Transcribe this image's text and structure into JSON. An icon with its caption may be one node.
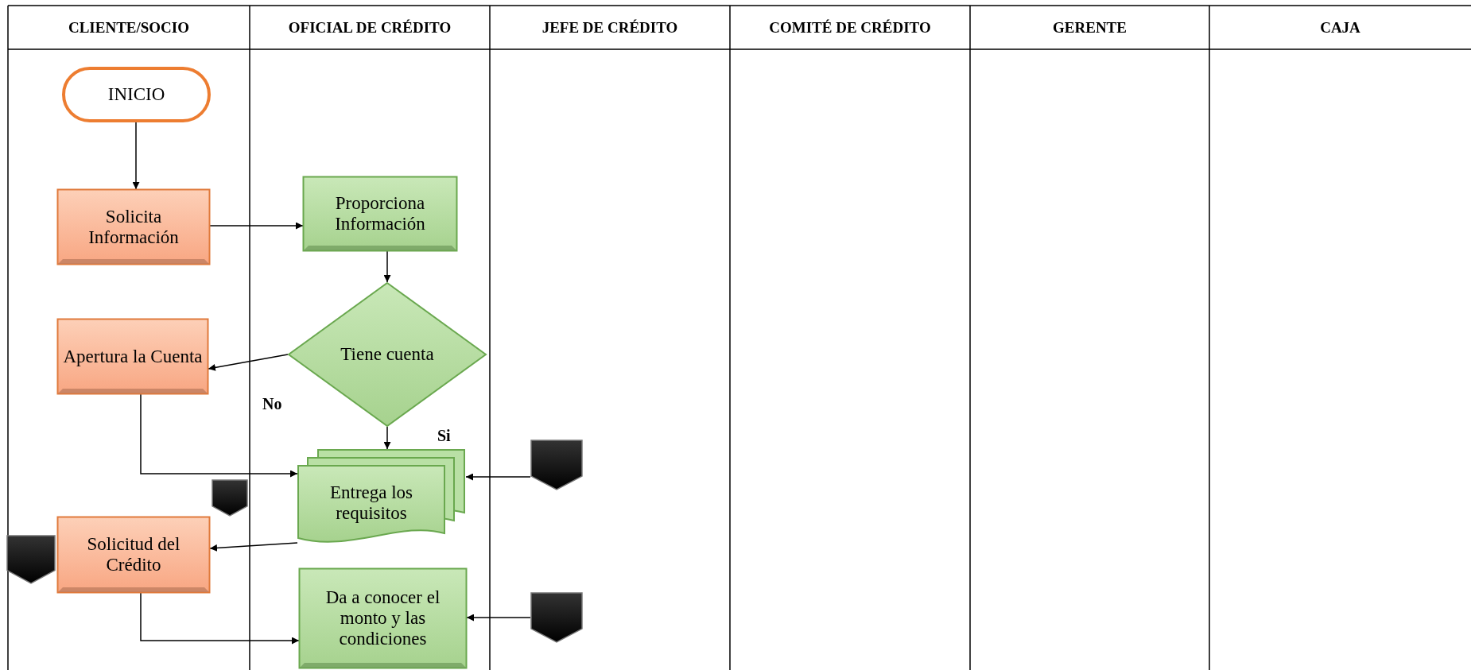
{
  "diagram": {
    "nodes": [
      {
        "text": [
          "INICIO"
        ]
      },
      {
        "text": [
          "Solicita Información"
        ]
      },
      {
        "text": [
          "Proporciona Información"
        ]
      },
      {
        "text": [
          "Tiene cuenta"
        ]
      },
      {
        "text": [
          "Apertura la Cuenta"
        ]
      },
      {
        "text": [
          "Entrega los requisitos"
        ]
      },
      {
        "text": [
          "Solicitud del Crédito"
        ]
      },
      {
        "text": [
          "Da a conocer el monto y las condiciones"
        ]
      },
      {
        "text": [],
        "shape": "pentagon"
      },
      {
        "text": [],
        "shape": "pentagon"
      },
      {
        "text": [],
        "shape": "pentagon"
      },
      {
        "text": [],
        "shape": "pentagon"
      }
    ],
    "edges": [
      {
        "from": 0,
        "to": 1,
        "arrow": "to"
      },
      {
        "from": 1,
        "to": 2,
        "arrow": "to"
      },
      {
        "from": 2,
        "to": 3,
        "arrow": "to"
      },
      {
        "from": 3,
        "to": 4,
        "arrow": "to",
        "label": "No"
      },
      {
        "from": 3,
        "to": 5,
        "arrow": "to",
        "label": "Si"
      },
      {
        "from": 4,
        "to": 5,
        "arrow": "to"
      },
      {
        "from": 10,
        "to": 5,
        "arrow": "to"
      },
      {
        "from": 5,
        "to": 6,
        "arrow": "to"
      },
      {
        "from": 6,
        "to": 7,
        "arrow": "to"
      },
      {
        "from": 11,
        "to": 7,
        "arrow": "to"
      }
    ],
    "labels": [
      "CLIENTE/SOCIO",
      "OFICIAL DE CRÉDITO",
      "JEFE DE CRÉDITO",
      "COMITÉ DE CRÉDITO",
      "GERENTE",
      "CAJA"
    ]
  }
}
